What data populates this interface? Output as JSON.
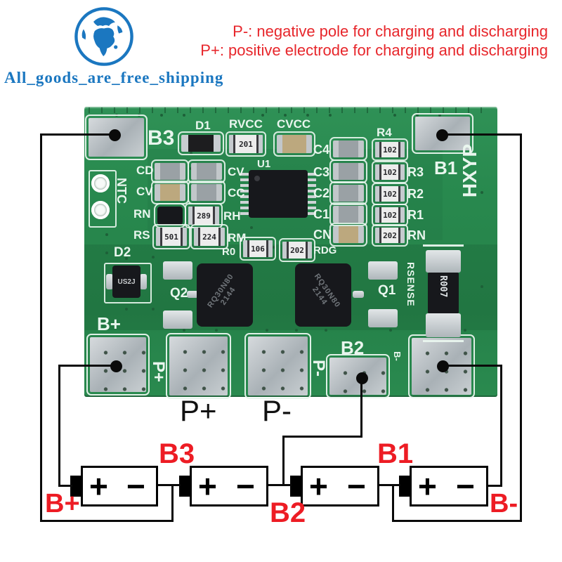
{
  "logo": {
    "text": "All_goods_are_free_shipping",
    "color": "#1b77c0"
  },
  "header": {
    "line1": "P-: negative pole for charging and discharging",
    "line2": "P+: positive electrode for charging and discharging",
    "color": "#e7262b"
  },
  "colors": {
    "board_green": "#28894e",
    "silkscreen": "#e9f6ee",
    "pad_silver": "#c3c9cd",
    "red_label": "#ed1c24",
    "wire_black": "#0a0a0a",
    "logo_blue": "#1b77c0"
  },
  "pcb": {
    "silk": {
      "b3": "B3",
      "b1": "B1",
      "hxyp": "HXYP",
      "ntc": "NTC",
      "d1": "D1",
      "rvcc": "RVCC",
      "cvcc": "CVCC",
      "u1": "U1",
      "cd": "CD",
      "cv_top": "CV",
      "cv_left": "CV",
      "cc": "CC",
      "rn": "RN",
      "rh": "RH",
      "rs": "RS",
      "rm": "RM",
      "r0": "R0",
      "rdg": "RDG",
      "d2": "D2",
      "q2": "Q2",
      "q1": "Q1",
      "rsense": "RSENSE",
      "b_plus": "B+",
      "p_plus": "P+",
      "p_minus": "P-",
      "b2": "B2",
      "b_minus": "B-"
    },
    "markings": {
      "rvcc": "201",
      "rh": "289",
      "rs": "501",
      "rm": "224",
      "r0": "106",
      "rdg": "202",
      "d2": "US2J",
      "mosfet1": "RQ30N80",
      "mosfet2": "2144",
      "shunt": "R007"
    },
    "right_col": [
      {
        "cap": "C4",
        "res": "R4",
        "val": "102"
      },
      {
        "cap": "C3",
        "res": "R3",
        "val": "102"
      },
      {
        "cap": "C2",
        "res": "R2",
        "val": "102"
      },
      {
        "cap": "C1",
        "res": "R1",
        "val": "102"
      },
      {
        "cap": "CN",
        "res": "RN",
        "val": "202"
      }
    ]
  },
  "below_board": {
    "p_plus": "P+",
    "p_minus": "P-"
  },
  "battery_diagram": {
    "labels": {
      "b_plus": "B+",
      "b3": "B3",
      "b2": "B2",
      "b1": "B1",
      "b_minus": "B-"
    },
    "batteries": [
      {
        "plus": "+",
        "minus": "−"
      },
      {
        "plus": "+",
        "minus": "−"
      },
      {
        "plus": "+",
        "minus": "−"
      },
      {
        "plus": "+",
        "minus": "−"
      }
    ]
  }
}
